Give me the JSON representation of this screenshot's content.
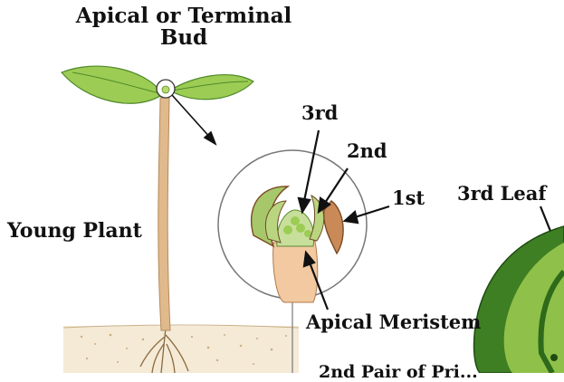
{
  "labels": {
    "apical_bud": "Apical or Terminal\nBud",
    "young_plant": "Young Plant",
    "third": "3rd",
    "second": "2nd",
    "first": "1st",
    "third_leaf": "3rd Leaf",
    "apical_meristem": "Apical Meristem",
    "partial_bottom": "2nd Pair of Pri..."
  },
  "colors": {
    "stem": "#e0b98c",
    "leaf": "#9ccc54",
    "leaf_dark": "#3f7f23",
    "soil": "#e8d7b5",
    "meristem": "#f2c9a1",
    "arrow": "#111111"
  }
}
